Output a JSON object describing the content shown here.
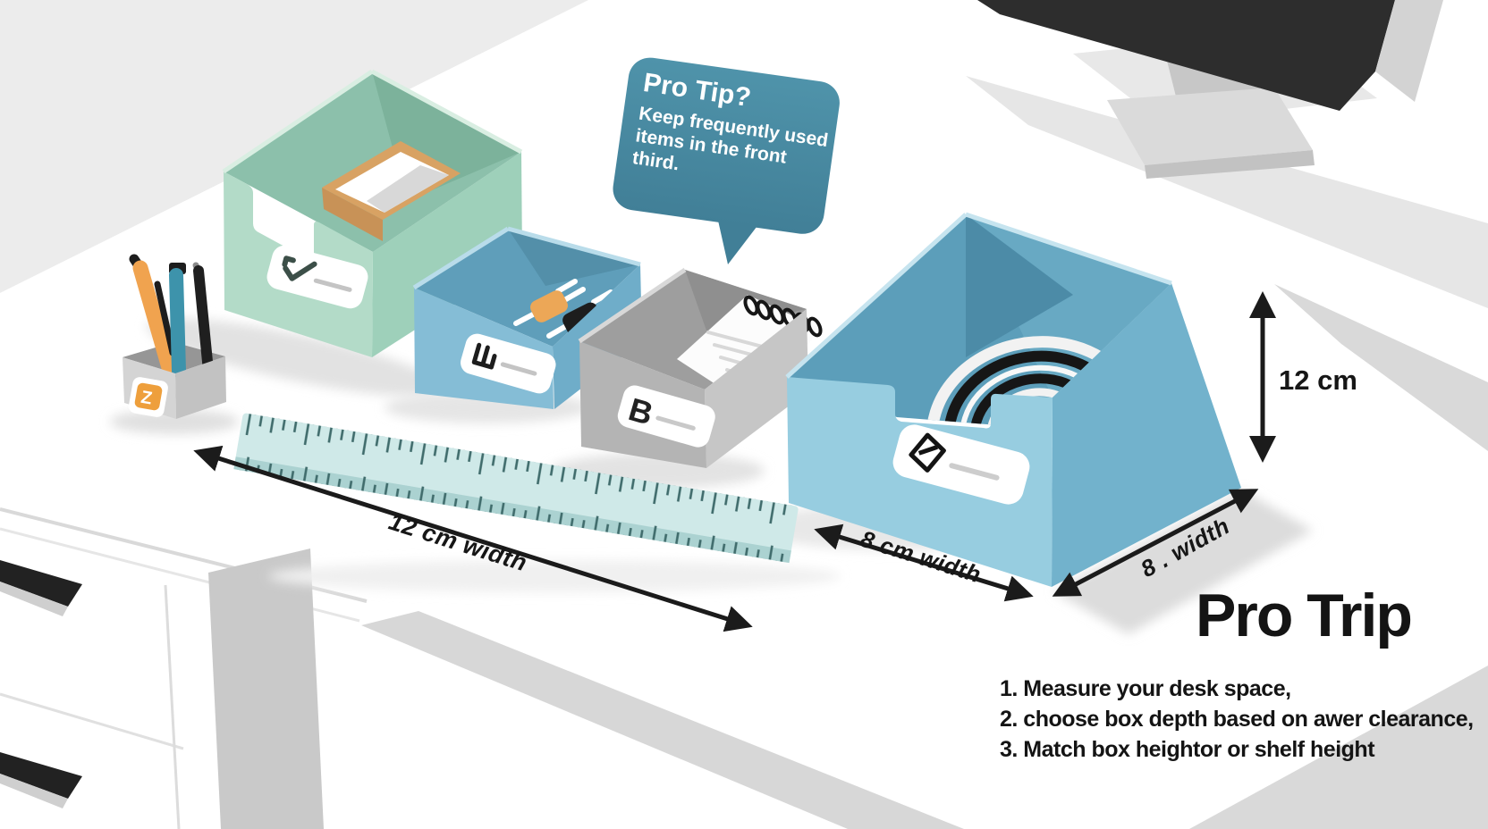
{
  "speech_bubble": {
    "title": "Pro Tip?",
    "line1": "Keep frequently used",
    "line2": "items in the front third.",
    "color": "#4a8ca4"
  },
  "measurements": {
    "ruler_width": "12 cm width",
    "box_width": "8 cm width",
    "box_depth": "8 . width",
    "box_height": "12 cm"
  },
  "tips": {
    "heading": "Pro Trip",
    "items": [
      "1. Measure your desk space,",
      "2. choose box depth based on awer clearance,",
      "3. Match box heightor or shelf height"
    ]
  },
  "box_labels": {
    "mint_icon": "check-icon",
    "blue_icon": "bars-icon",
    "gray_letter": "B",
    "big_icon": "gem-icon",
    "pen_cup_letter": "Z"
  },
  "colors": {
    "mint_box": "#b3dbc8",
    "small_blue_box": "#85bdd6",
    "gray_box": "#b4b4b4",
    "large_blue_box": "#97cde0",
    "ruler": "#cfe9e8",
    "bubble": "#4a8ca4",
    "accent_orange": "#eca757",
    "teal_pen": "#3d93ab",
    "text": "#161616"
  }
}
